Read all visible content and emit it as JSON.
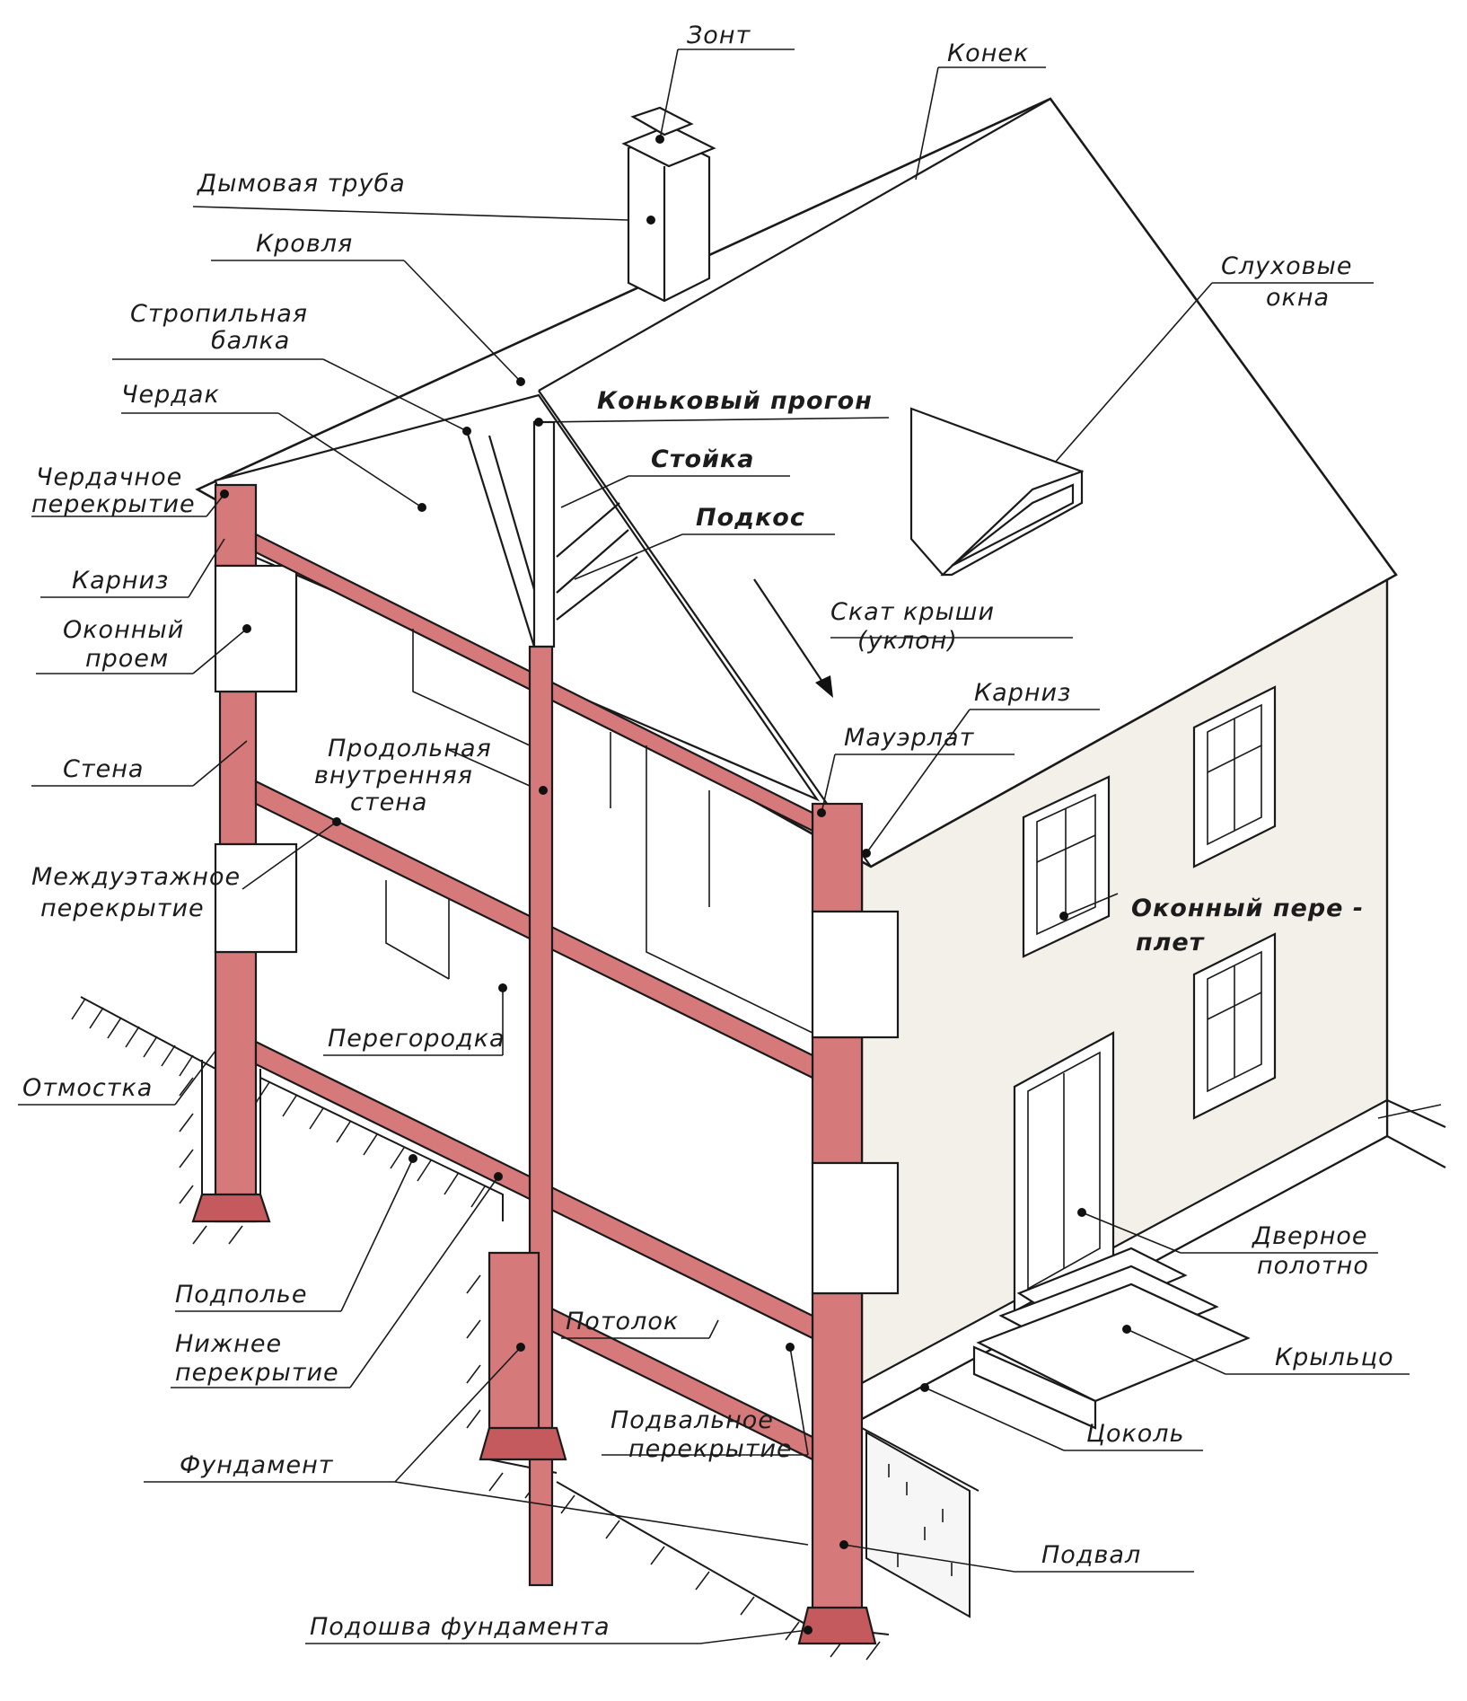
{
  "labels": {
    "zont": "Зонт",
    "konek": "Конек",
    "dymovaya_truba": "Дымовая труба",
    "krovlya": "Кровля",
    "stropilnaya_1": "Стропильная",
    "stropilnaya_2": "балка",
    "cherdak": "Чердак",
    "konkovy_progon": "Коньковый прогон",
    "stoyka": "Стойка",
    "podkos": "Подкос",
    "sluhovye_1": "Слуховые",
    "sluhovye_2": "окна",
    "cherdachnoe_1": "Чердачное",
    "cherdachnoe_2": "перекрытие",
    "karniz_left": "Карниз",
    "okonny_1": "Оконный",
    "okonny_2": "проем",
    "skat_1": "Скат крыши",
    "skat_2": "(уклон)",
    "karniz_right": "Карниз",
    "mauerlat": "Мауэрлат",
    "stena": "Стена",
    "prodolnaya_1": "Продольная",
    "prodolnaya_2": "внутренняя",
    "prodolnaya_3": "стена",
    "mezhduetazhnoe_1": "Междуэтажное",
    "mezhduetazhnoe_2": "перекрытие",
    "okonny_pereplet_1": "Оконный пере -",
    "okonny_pereplet_2": "плет",
    "peregorodka": "Перегородка",
    "otmostka": "Отмостка",
    "dvernoe_1": "Дверное",
    "dvernoe_2": "полотно",
    "podpolye": "Подполье",
    "potolok": "Потолок",
    "kryltso": "Крыльцо",
    "nizhnee_1": "Нижнее",
    "nizhnee_2": "перекрытие",
    "podvalnoe_1": "Подвальное",
    "podvalnoe_2": "перекрытие",
    "tsokol": "Цоколь",
    "fundament": "Фундамент",
    "podval": "Подвал",
    "podoshva": "Подошва фундамента"
  },
  "colors": {
    "cut_section": "#d6797b",
    "cut_section_dark": "#c45a5d",
    "facade": "#f3efe9",
    "ink": "#1a1a1a"
  }
}
